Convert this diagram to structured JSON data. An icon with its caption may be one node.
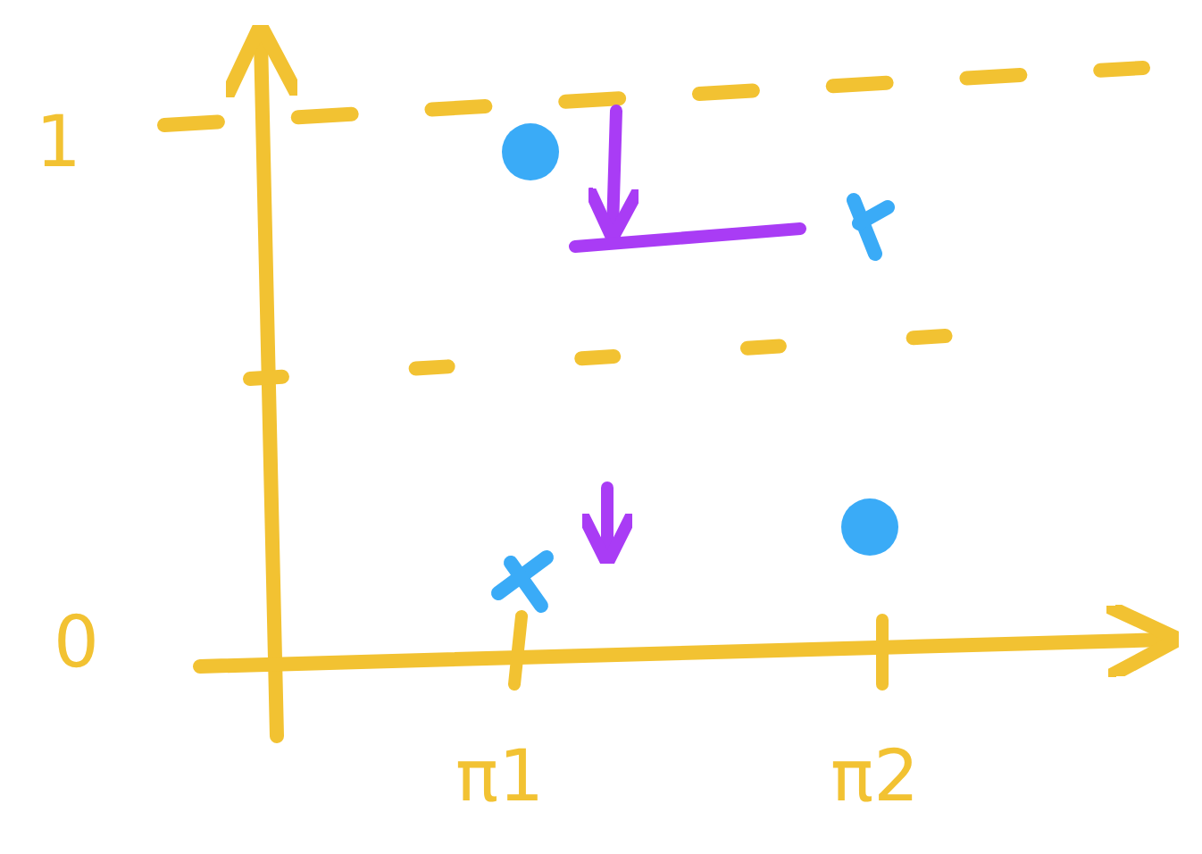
{
  "diagram": {
    "labels": [
      "1",
      "0",
      "π1",
      "π2"
    ]
  }
}
